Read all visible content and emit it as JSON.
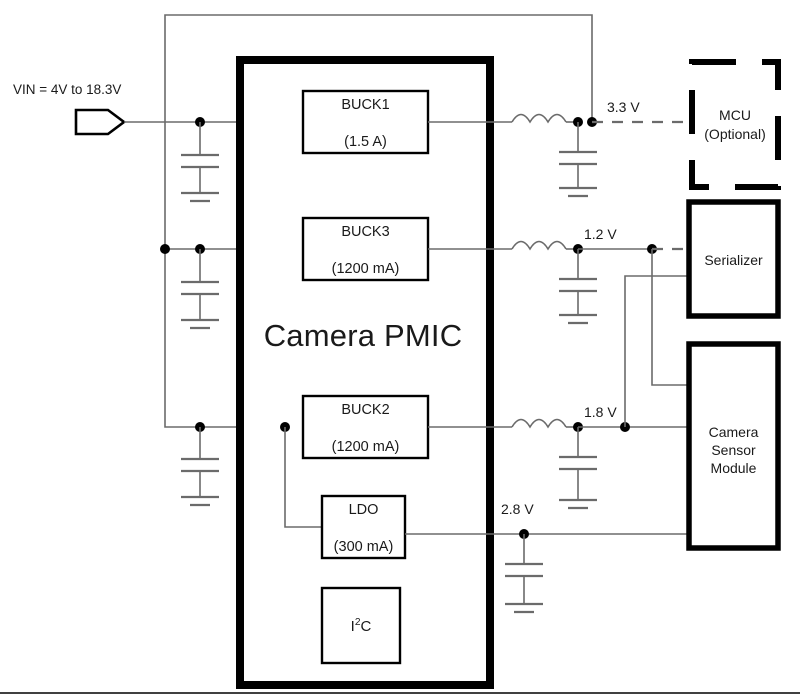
{
  "diagram": {
    "title": "Camera PMIC",
    "input": {
      "label": "VIN = 4V to 18.3V",
      "pin_name": "vin-pin"
    },
    "pmic_blocks": [
      {
        "id": "buck1",
        "name": "BUCK1",
        "rating": "(1.5 A)"
      },
      {
        "id": "buck3",
        "name": "BUCK3",
        "rating": "(1200 mA)"
      },
      {
        "id": "buck2",
        "name": "BUCK2",
        "rating": "(1200 mA)"
      },
      {
        "id": "ldo",
        "name": "LDO",
        "rating": "(300 mA)"
      }
    ],
    "i2c_block": {
      "prefix": "I",
      "sup": "2",
      "suffix": "C",
      "full": "I2C"
    },
    "rails": [
      {
        "id": "rail-3v3",
        "label": "3.3 V"
      },
      {
        "id": "rail-1v2",
        "label": "1.2 V"
      },
      {
        "id": "rail-1v8",
        "label": "1.8 V"
      },
      {
        "id": "rail-2v8",
        "label": "2.8 V"
      }
    ],
    "loads": [
      {
        "id": "mcu",
        "line1": "MCU",
        "line2": "(Optional)",
        "style": "dashed"
      },
      {
        "id": "serializer",
        "line1": "Serializer",
        "line2": "",
        "style": "solid"
      },
      {
        "id": "camera-sensor",
        "line1": "Camera",
        "line2": "Sensor",
        "line3": "Module",
        "style": "solid"
      }
    ],
    "colors": {
      "wire": "#6b6b6b",
      "block_outline": "#000000",
      "text": "#1a1a1a",
      "background": "#ffffff"
    }
  }
}
